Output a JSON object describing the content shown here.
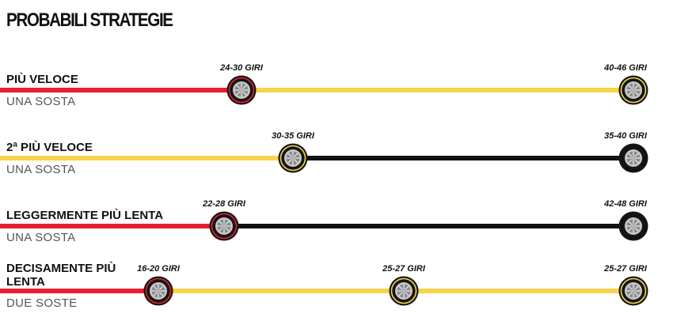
{
  "title": "PROBABILI STRATEGIE",
  "colors": {
    "soft": "#e8202d",
    "medium": "#f7d448",
    "hard": "#111111"
  },
  "strategies": [
    {
      "name": "PIÙ VELOCE",
      "stops_label": "UNA SOSTA",
      "stints": [
        {
          "compound": "soft",
          "laps": "24-30 GIRI"
        },
        {
          "compound": "medium",
          "laps": "40-46 GIRI"
        }
      ]
    },
    {
      "name": "2ª PIÙ VELOCE",
      "stops_label": "UNA SOSTA",
      "stints": [
        {
          "compound": "medium",
          "laps": "30-35 GIRI"
        },
        {
          "compound": "hard",
          "laps": "35-40 GIRI"
        }
      ]
    },
    {
      "name": "LEGGERMENTE PIÙ LENTA",
      "stops_label": "UNA SOSTA",
      "stints": [
        {
          "compound": "soft",
          "laps": "22-28 GIRI"
        },
        {
          "compound": "hard",
          "laps": "42-48 GIRI"
        }
      ]
    },
    {
      "name": "DECISAMENTE PIÙ LENTA",
      "stops_label": "DUE SOSTE",
      "stints": [
        {
          "compound": "soft",
          "laps": "16-20 GIRI"
        },
        {
          "compound": "medium",
          "laps": "25-27 GIRI"
        },
        {
          "compound": "medium",
          "laps": "25-27 GIRI"
        }
      ]
    }
  ]
}
